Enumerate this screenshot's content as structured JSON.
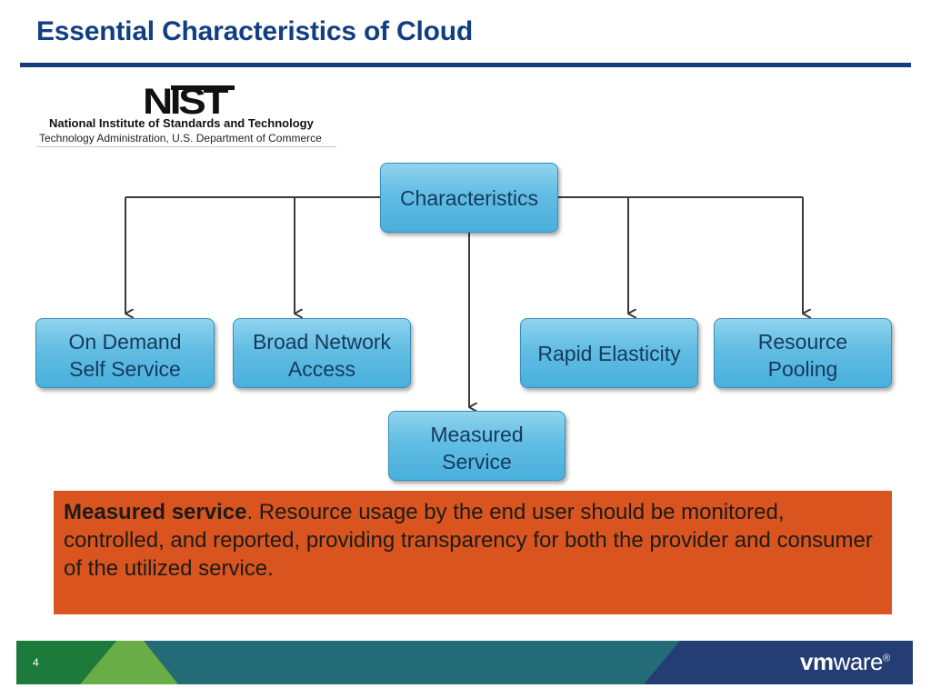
{
  "slide": {
    "title": "Essential Characteristics of Cloud",
    "page_number": "4"
  },
  "logo": {
    "wordmark": "NIST",
    "line1": "National Institute of Standards and Technology",
    "line2": "Technology Administration, U.S. Department of Commerce"
  },
  "diagram": {
    "root": "Characteristics",
    "nodes": [
      "On Demand\nSelf Service",
      "Broad Network\nAccess",
      "Measured\nService",
      "Rapid Elasticity",
      "Resource\nPooling"
    ]
  },
  "info": {
    "term": "Measured service",
    "text": ". Resource usage by the end user should be monitored, controlled, and reported, providing transparency for both the provider and consumer of the utilized service."
  },
  "footer": {
    "brand_vm": "vm",
    "brand_ware": "ware",
    "brand_mark": "®",
    "colors": {
      "dark_green": "#1c7b3b",
      "light_green": "#68ad45",
      "teal": "#246b78",
      "navy": "#243d74"
    }
  }
}
